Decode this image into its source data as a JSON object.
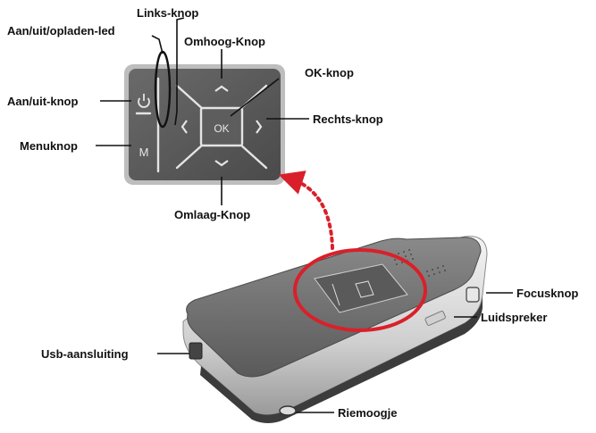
{
  "labels": {
    "power_led": "Aan/uit/opladen-led",
    "left_button": "Links-knop",
    "up_button": "Omhoog-Knop",
    "ok_button": "OK-knop",
    "power_button": "Aan/uit-knop",
    "right_button": "Rechts-knop",
    "menu_button": "Menuknop",
    "down_button": "Omlaag-Knop",
    "focus_switch": "Focusknop",
    "speaker": "Luidspreker",
    "usb_port": "Usb-aansluiting",
    "strap_hook": "Riemoogje"
  },
  "keypad": {
    "ok_text": "OK",
    "menu_text": "M"
  },
  "icons": {
    "power": "power-icon",
    "arrow_up": "chevron-up-icon",
    "arrow_down": "chevron-down-icon",
    "arrow_left": "chevron-left-icon",
    "arrow_right": "chevron-right-icon",
    "zoom_arrow": "dotted-curved-arrow-icon"
  },
  "colors": {
    "highlight_ring": "#d9202a",
    "keypad_face": "#575757",
    "device_body": "#6a6a6a",
    "led_ellipse": "#111111"
  }
}
